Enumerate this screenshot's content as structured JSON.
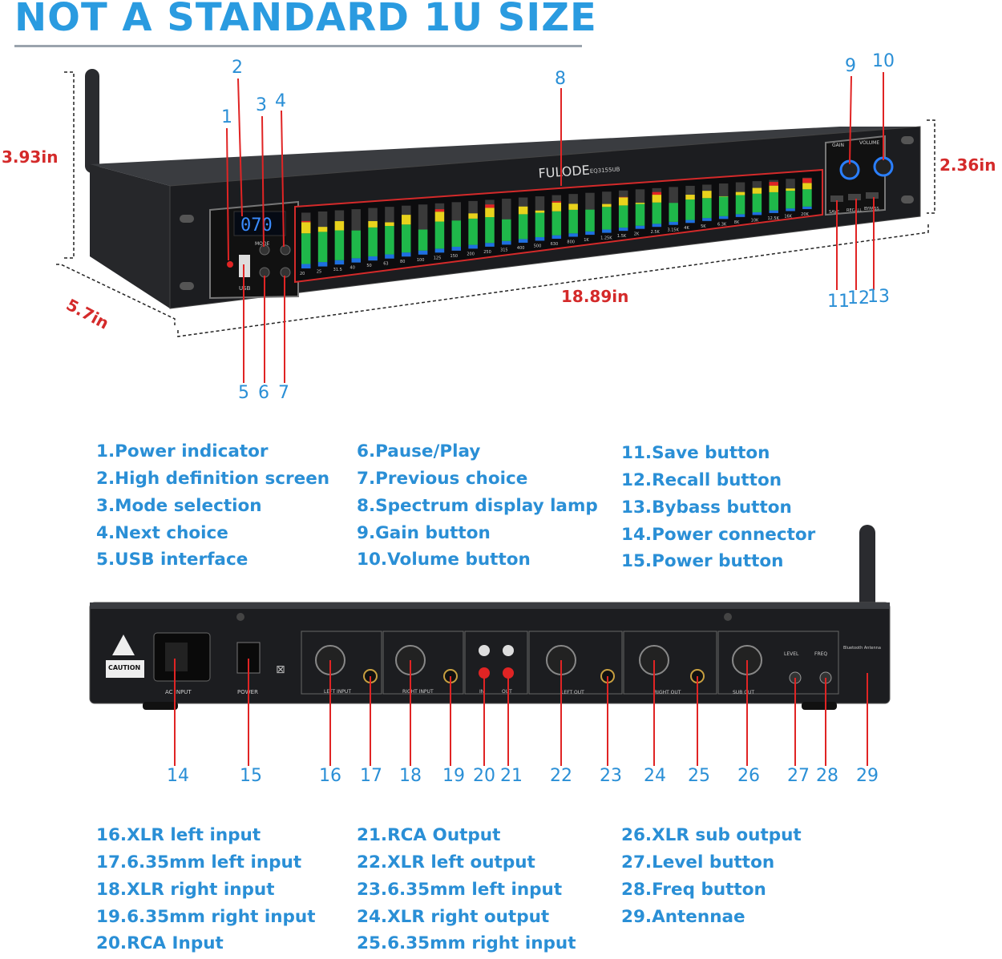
{
  "title": "NOT A STANDARD 1U SIZE",
  "dimensions": {
    "height": "3.93in",
    "panel_height": "2.36in",
    "depth": "5.7in",
    "width": "18.89in"
  },
  "front_panel": {
    "brand": "FULODE",
    "model": "EQ3155UB",
    "display": "070",
    "knob_labels": [
      "GAIN",
      "VOLUME"
    ],
    "button_labels": [
      "SAVE",
      "RECALL",
      "BYPASS"
    ],
    "usb_label": "USB",
    "mode_label": "MODE",
    "freq_labels": [
      "20",
      "25",
      "31.5",
      "40",
      "50",
      "63",
      "80",
      "100",
      "125",
      "150",
      "200",
      "250",
      "315",
      "400",
      "500",
      "630",
      "800",
      "1K",
      "1.25K",
      "1.5K",
      "2K",
      "2.5K",
      "3.15K",
      "4K",
      "5K",
      "6.3K",
      "8K",
      "10K",
      "12.5K",
      "16K",
      "20K"
    ],
    "bar_levels": [
      0.85,
      0.72,
      0.8,
      0.6,
      0.75,
      0.7,
      0.82,
      0.5,
      0.88,
      0.62,
      0.74,
      0.9,
      0.55,
      0.8,
      0.68,
      0.86,
      0.77,
      0.6,
      0.7,
      0.84,
      0.66,
      0.9,
      0.58,
      0.76,
      0.83,
      0.64,
      0.72,
      0.8,
      0.94,
      0.7,
      0.98
    ]
  },
  "front_callouts": [
    "1",
    "2",
    "3",
    "4",
    "5",
    "6",
    "7",
    "8",
    "9",
    "10",
    "11",
    "12",
    "13"
  ],
  "front_legend": {
    "col1": [
      "1.Power indicator",
      "2.High definition screen",
      "3.Mode selection",
      "4.Next choice",
      "5.USB interface"
    ],
    "col2": [
      "6.Pause/Play",
      "7.Previous choice",
      "8.Spectrum display lamp",
      "9.Gain button",
      "10.Volume button"
    ],
    "col3": [
      "11.Save button",
      "12.Recall button",
      "13.Bybass button",
      "14.Power connector",
      "15.Power button"
    ]
  },
  "rear_panel": {
    "caution": "CAUTION",
    "labels": {
      "ac_input": "AC INPUT",
      "power": "POWER",
      "left_input": "LEFT INPUT",
      "right_input": "RIGHT INPUT",
      "in": "IN",
      "out": "OUT",
      "left_out": "LEFT OUT",
      "right_out": "RIGHT OUT",
      "sub_out": "SUB OUT",
      "level": "LEVEL",
      "freq": "FREQ",
      "bluetooth": "Bluetooth Antenna"
    }
  },
  "rear_callouts": [
    "14",
    "15",
    "16",
    "17",
    "18",
    "19",
    "20",
    "21",
    "22",
    "23",
    "24",
    "25",
    "26",
    "27",
    "28",
    "29"
  ],
  "rear_legend": {
    "col1": [
      "16.XLR left input",
      "17.6.35mm left input",
      "18.XLR right input",
      "19.6.35mm right input",
      "20.RCA Input"
    ],
    "col2": [
      "21.RCA Output",
      "22.XLR left output",
      "23.6.35mm left input",
      "24.XLR right output",
      "25.6.35mm right input"
    ],
    "col3": [
      "26.XLR sub output",
      "27.Level button",
      "28.Freq button",
      "29.Antennae"
    ]
  },
  "colors": {
    "accent_blue": "#2a8fd6",
    "dimension_red": "#d42a2a",
    "callout_line": "#e02424",
    "chassis": "#1c1d20"
  }
}
